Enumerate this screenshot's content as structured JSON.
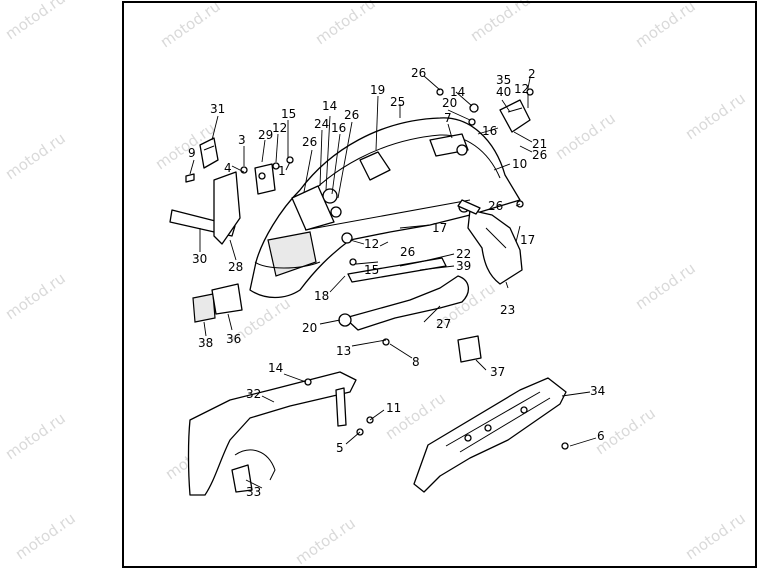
{
  "watermark": "motod.ru",
  "callouts": {
    "c2": "2",
    "c3": "3",
    "c4": "4",
    "c5": "5",
    "c6": "6",
    "c7": "7",
    "c8": "8",
    "c9": "9",
    "c10": "10",
    "c11": "11",
    "c12": "12",
    "c13": "13",
    "c14": "14",
    "c15": "15",
    "c16": "16",
    "c17": "17",
    "c18": "18",
    "c19": "19",
    "c20": "20",
    "c21": "21",
    "c22": "22",
    "c23": "23",
    "c24": "24",
    "c25": "25",
    "c26": "26",
    "c27": "27",
    "c28": "28",
    "c29": "29",
    "c30": "30",
    "c31": "31",
    "c32": "32",
    "c33": "33",
    "c34": "34",
    "c35": "35",
    "c36": "36",
    "c37": "37",
    "c38": "38",
    "c39": "39",
    "c40": "40",
    "c1": "1"
  }
}
